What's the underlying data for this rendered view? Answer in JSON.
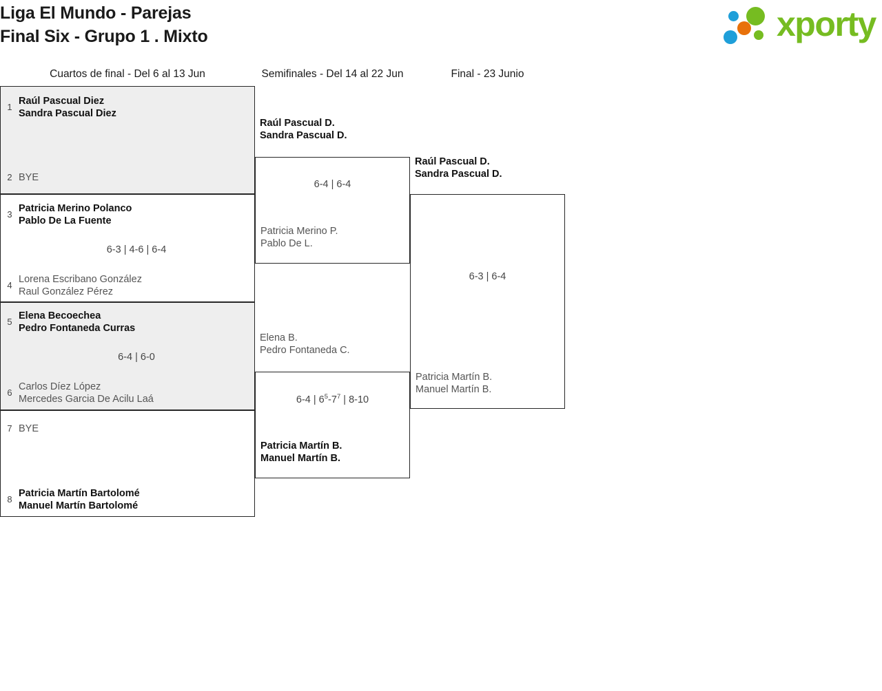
{
  "header": {
    "title": "Liga El Mundo - Parejas\nFinal Six - Grupo 1 . Mixto",
    "logo_text": "xporty",
    "logo_colors": {
      "green": "#76bc21",
      "orange": "#e8710a",
      "blue": "#1f9fd9"
    }
  },
  "columns": {
    "quarterfinals": "Cuartos de final - Del 6 al 13 Jun",
    "semifinals": "Semifinales - Del 14 al 22 Jun",
    "final": "Final - 23 Junio"
  },
  "chart_data": {
    "type": "table",
    "title": "Liga El Mundo - Parejas Final Six - Grupo 1 . Mixto",
    "rounds": [
      {
        "name": "Cuartos de final - Del 6 al 13 Jun",
        "matches": [
          {
            "shaded": true,
            "top": {
              "seed": "1",
              "team": "Raúl Pascual Diez\nSandra Pascual Diez",
              "winner": true
            },
            "bottom": {
              "seed": "2",
              "team": "BYE",
              "winner": false
            },
            "score": ""
          },
          {
            "shaded": false,
            "top": {
              "seed": "3",
              "team": "Patricia Merino Polanco\nPablo De La Fuente",
              "winner": true
            },
            "bottom": {
              "seed": "4",
              "team": "Lorena Escribano González\nRaul González Pérez",
              "winner": false
            },
            "score": "6-3 | 4-6 | 6-4"
          },
          {
            "shaded": true,
            "top": {
              "seed": "5",
              "team": "Elena Becoechea\nPedro Fontaneda Curras",
              "winner": true
            },
            "bottom": {
              "seed": "6",
              "team": "Carlos Díez López\nMercedes Garcia De Acilu Laá",
              "winner": false
            },
            "score": "6-4 | 6-0"
          },
          {
            "shaded": false,
            "top": {
              "seed": "7",
              "team": "BYE",
              "winner": false
            },
            "bottom": {
              "seed": "8",
              "team": "Patricia Martín Bartolomé\nManuel Martín Bartolomé",
              "winner": true
            },
            "score": ""
          }
        ]
      },
      {
        "name": "Semifinales - Del 14 al 22 Jun",
        "matches": [
          {
            "top": {
              "team": "Raúl Pascual D.\nSandra Pascual D.",
              "winner": true
            },
            "bottom": {
              "team": "Patricia Merino P.\nPablo De L.",
              "winner": false
            },
            "score": "6-4 | 6-4"
          },
          {
            "top": {
              "team": "Elena B.\nPedro Fontaneda C.",
              "winner": false
            },
            "bottom": {
              "team": "Patricia Martín B.\nManuel Martín B.",
              "winner": true
            },
            "score_parts": {
              "set1": "6-4",
              "set2_a": "6",
              "set2_a_sup": "5",
              "set2_b": "-7",
              "set2_b_sup": "7",
              "set3": "8-10"
            },
            "score": "6-4 | 65-77 | 8-10"
          }
        ]
      },
      {
        "name": "Final - 23 Junio",
        "matches": [
          {
            "top": {
              "team": "Raúl Pascual D.\nSandra Pascual D.",
              "winner": true
            },
            "bottom": {
              "team": "Patricia Martín B.\nManuel Martín B.",
              "winner": false
            },
            "score": "6-3 | 6-4"
          }
        ]
      }
    ]
  }
}
